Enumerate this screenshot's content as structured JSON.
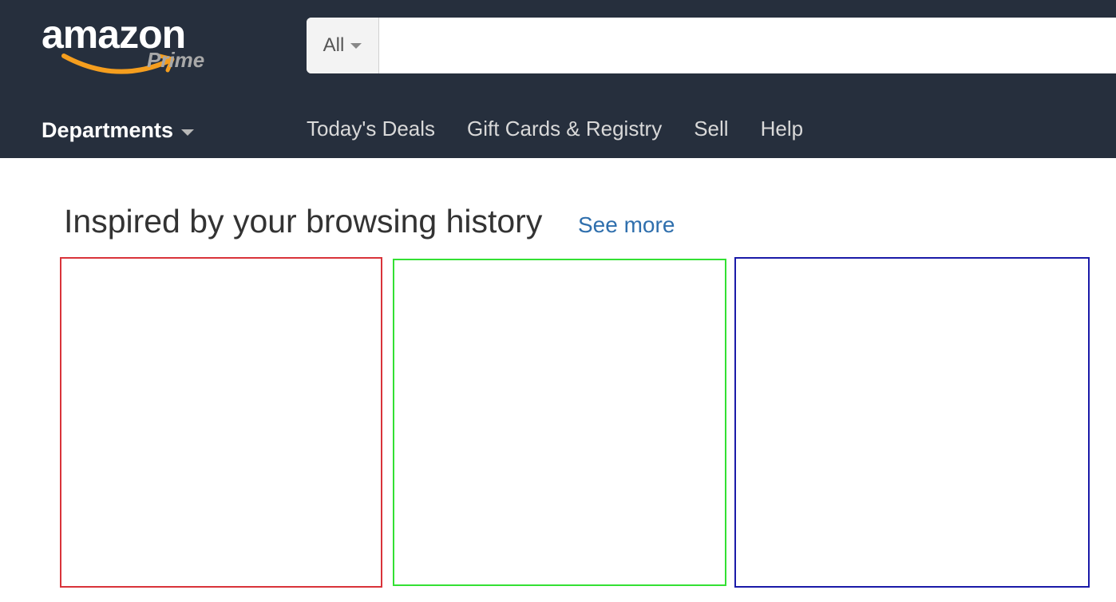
{
  "logo": {
    "word": "amazon",
    "sub": "Prime"
  },
  "search": {
    "category": "All",
    "value": "",
    "placeholder": ""
  },
  "nav": {
    "departments_label": "Departments",
    "links": [
      {
        "label": "Today's Deals"
      },
      {
        "label": "Gift Cards & Registry"
      },
      {
        "label": "Sell"
      },
      {
        "label": "Help"
      }
    ]
  },
  "recommendations": {
    "title": "Inspired by your browsing history",
    "see_more": "See more"
  },
  "colors": {
    "header_bg": "#262f3d",
    "smile_orange": "#f59e1e",
    "link_blue": "#2f6fad",
    "card_1_border": "#d9333a",
    "card_2_border": "#33e033",
    "card_3_border": "#1a1aa8"
  }
}
